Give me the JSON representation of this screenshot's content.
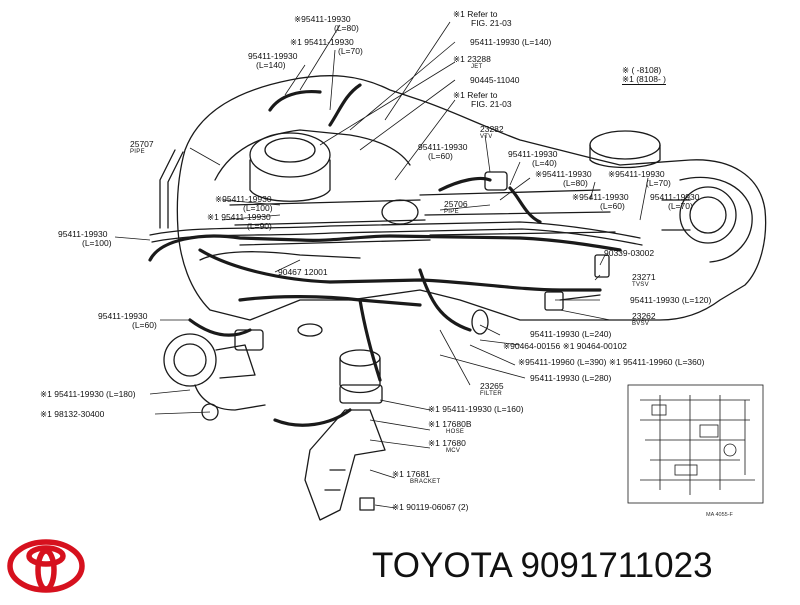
{
  "labels": [
    {
      "id": "l1",
      "lines": [
        "※95411-19930",
        "(L=80)"
      ]
    },
    {
      "id": "l2",
      "lines": [
        "※1 95411-19930",
        "(L=70)"
      ]
    },
    {
      "id": "l3",
      "lines": [
        "95411-19930",
        "(L=140)"
      ]
    },
    {
      "id": "l4",
      "lines": [
        "※1 Refer to",
        "FIG. 21-03"
      ]
    },
    {
      "id": "l5",
      "lines": [
        "95411-19930 (L=140)"
      ]
    },
    {
      "id": "l6",
      "lines": [
        "※1 23288"
      ],
      "sub": "JET"
    },
    {
      "id": "l7",
      "lines": [
        "90445-11040"
      ]
    },
    {
      "id": "l8",
      "lines": [
        "※1 Refer to",
        "FIG. 21-03"
      ]
    },
    {
      "id": "l9",
      "lines": [
        "※  (      -8108)",
        "※1 (8108-     )"
      ]
    },
    {
      "id": "l10",
      "lines": [
        "25707"
      ],
      "sub": "PIPE"
    },
    {
      "id": "l11",
      "lines": [
        "23282"
      ],
      "sub": "VTV"
    },
    {
      "id": "l12",
      "lines": [
        "95411-19930",
        "(L=60)"
      ]
    },
    {
      "id": "l13",
      "lines": [
        "95411-19930",
        "(L=40)"
      ]
    },
    {
      "id": "l14",
      "lines": [
        "※95411-19930",
        "(L=80)"
      ]
    },
    {
      "id": "l15",
      "lines": [
        "※95411-19930",
        "(L=70)"
      ]
    },
    {
      "id": "l16",
      "lines": [
        "※95411-19930",
        "(L=100)"
      ]
    },
    {
      "id": "l17",
      "lines": [
        "※1 95411-19930",
        "(L=90)"
      ]
    },
    {
      "id": "l18",
      "lines": [
        "25706"
      ],
      "sub": "PIPE"
    },
    {
      "id": "l19",
      "lines": [
        "※95411-19930",
        "(L=60)"
      ]
    },
    {
      "id": "l20",
      "lines": [
        "95411-19930",
        "(L=70)"
      ]
    },
    {
      "id": "l21",
      "lines": [
        "95411-19930",
        "(L=100)"
      ]
    },
    {
      "id": "l22",
      "lines": [
        "90339-03002"
      ]
    },
    {
      "id": "l23",
      "lines": [
        "90467 12001"
      ]
    },
    {
      "id": "l24",
      "lines": [
        "23271"
      ],
      "sub": "TVSV"
    },
    {
      "id": "l25",
      "lines": [
        "95411-19930 (L=120)"
      ]
    },
    {
      "id": "l26",
      "lines": [
        "95411-19930",
        "(L=60)"
      ]
    },
    {
      "id": "l27",
      "lines": [
        "23262"
      ],
      "sub": "BVSV"
    },
    {
      "id": "l28",
      "lines": [
        "95411-19930 (L=240)"
      ]
    },
    {
      "id": "l29",
      "lines": [
        "※90464-00156 ※1 90464-00102"
      ]
    },
    {
      "id": "l30",
      "lines": [
        "※95411-19960 (L=390) ※1 95411-19960 (L=360)"
      ]
    },
    {
      "id": "l31",
      "lines": [
        "95411-19930 (L=280)"
      ]
    },
    {
      "id": "l32",
      "lines": [
        "※1 95411-19930 (L=180)"
      ]
    },
    {
      "id": "l33",
      "lines": [
        "23265"
      ],
      "sub": "FILTER"
    },
    {
      "id": "l34",
      "lines": [
        "※1 98132-30400"
      ]
    },
    {
      "id": "l35",
      "lines": [
        "※1 95411-19930 (L=160)"
      ]
    },
    {
      "id": "l36",
      "lines": [
        "※1 17680B"
      ],
      "sub": "HOSE"
    },
    {
      "id": "l37",
      "lines": [
        "※1 17680"
      ],
      "sub": "MCV"
    },
    {
      "id": "l38",
      "lines": [
        "※1 17681"
      ],
      "sub": "BRACKET"
    },
    {
      "id": "l39",
      "lines": [
        "※1 90119-06067 (2)"
      ]
    }
  ],
  "footnote": "MA 4055-F",
  "brand": {
    "name": "TOYOTA",
    "part_number": "9091711023",
    "logo_color": "#d6111e"
  }
}
